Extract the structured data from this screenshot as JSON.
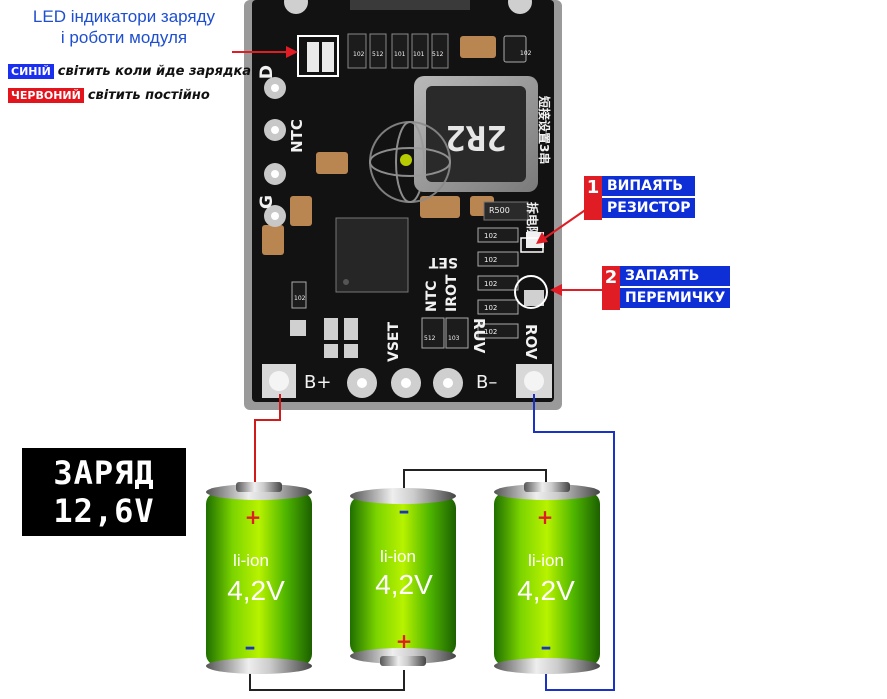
{
  "led_note": {
    "title_line1": "LED індикатори заряду",
    "title_line2": "і роботи модуля",
    "blue_tag": "СИНІЙ",
    "blue_text": "світить коли йде зарядка",
    "red_tag": "ЧЕРВОНИЙ",
    "red_text": "світить постійно"
  },
  "steps": [
    {
      "number": "1",
      "line1": "ВИПАЯТЬ",
      "line2": "РЕЗИСТОР"
    },
    {
      "number": "2",
      "line1": "ЗАПАЯТЬ",
      "line2": "ПЕРЕМИЧКУ"
    }
  ],
  "charge": {
    "line1": "ЗАРЯД",
    "line2": "12,6V"
  },
  "board": {
    "left_pins": [
      "D",
      "NTC",
      "G"
    ],
    "inductor_label": "2R2",
    "chinese_text": "短接设置3串",
    "chinese_text2": "拆电阻",
    "labels": [
      "VSET",
      "NTC",
      "IROT",
      "SET",
      "ROV",
      "RUV"
    ],
    "pad_plus": "B+",
    "pad_minus": "B–",
    "components": [
      "R500",
      "102",
      "102",
      "102",
      "102",
      "102",
      "102",
      "102",
      "512",
      "512",
      "101",
      "101",
      "102",
      "103",
      "512"
    ]
  },
  "batteries": [
    {
      "chem": "li-ion",
      "voltage": "4,2V",
      "top_sign": "+",
      "bottom_sign": "–"
    },
    {
      "chem": "li-ion",
      "voltage": "4,2V",
      "top_sign": "–",
      "bottom_sign": "+"
    },
    {
      "chem": "li-ion",
      "voltage": "4,2V",
      "top_sign": "+",
      "bottom_sign": "–"
    }
  ],
  "colors": {
    "wire_red": "#d11a1a",
    "wire_blue": "#1a33c4",
    "tag_blue": "#1b2ff0",
    "tag_red": "#e3141c",
    "battery_green": "#46b000"
  }
}
